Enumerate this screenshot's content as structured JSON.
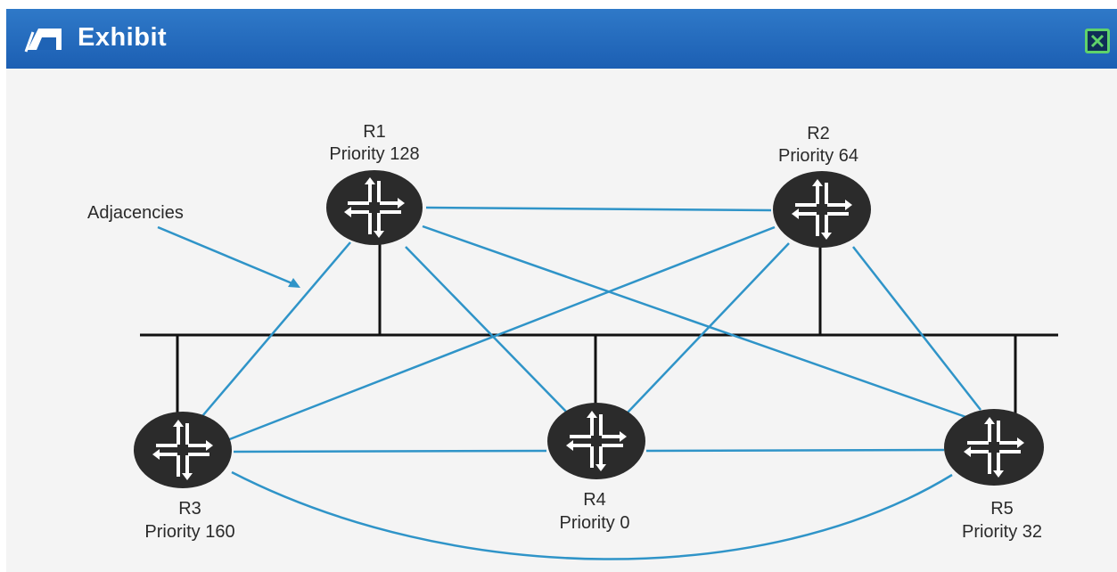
{
  "window": {
    "title": "Exhibit",
    "header_color": "#1f63b5",
    "close_icon": "close-icon",
    "close_border_color": "#5fd36a"
  },
  "diagram": {
    "annotation": "Adjacencies",
    "adjacency_color": "#2f94c8",
    "link_color": "#111111",
    "router_color": "#2b2b2b",
    "routers": [
      {
        "id": "r1",
        "name": "R1",
        "priority_label": "Priority 128"
      },
      {
        "id": "r2",
        "name": "R2",
        "priority_label": "Priority 64"
      },
      {
        "id": "r3",
        "name": "R3",
        "priority_label": "Priority 160"
      },
      {
        "id": "r4",
        "name": "R4",
        "priority_label": "Priority 0"
      },
      {
        "id": "r5",
        "name": "R5",
        "priority_label": "Priority 32"
      }
    ],
    "adjacencies": [
      [
        "R1",
        "R2"
      ],
      [
        "R1",
        "R3"
      ],
      [
        "R1",
        "R4"
      ],
      [
        "R1",
        "R5"
      ],
      [
        "R2",
        "R3"
      ],
      [
        "R2",
        "R4"
      ],
      [
        "R2",
        "R5"
      ],
      [
        "R3",
        "R4"
      ],
      [
        "R3",
        "R5"
      ],
      [
        "R4",
        "R5"
      ]
    ]
  }
}
